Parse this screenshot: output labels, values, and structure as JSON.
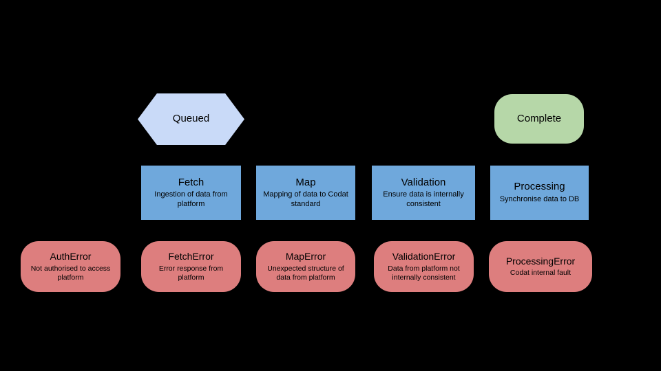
{
  "canvas": {
    "background": "#000000"
  },
  "colors": {
    "queued_fill": "#c9daf8",
    "complete_fill": "#b6d7a8",
    "stage_fill": "#6fa8dc",
    "error_fill": "#dd7e7e",
    "text": "#000000"
  },
  "states": {
    "queued": {
      "label": "Queued"
    },
    "complete": {
      "label": "Complete"
    }
  },
  "stages": [
    {
      "title": "Fetch",
      "subtitle": "Ingestion of data from platform"
    },
    {
      "title": "Map",
      "subtitle": "Mapping of data to Codat standard"
    },
    {
      "title": "Validation",
      "subtitle": "Ensure data is internally consistent"
    },
    {
      "title": "Processing",
      "subtitle": "Synchronise data to DB"
    }
  ],
  "errors": [
    {
      "title": "AuthError",
      "subtitle": "Not authorised to access platform"
    },
    {
      "title": "FetchError",
      "subtitle": "Error response from platform"
    },
    {
      "title": "MapError",
      "subtitle": "Unexpected structure of data from platform"
    },
    {
      "title": "ValidationError",
      "subtitle": "Data from platform not internally consistent"
    },
    {
      "title": "ProcessingError",
      "subtitle": "Codat internal fault"
    }
  ]
}
